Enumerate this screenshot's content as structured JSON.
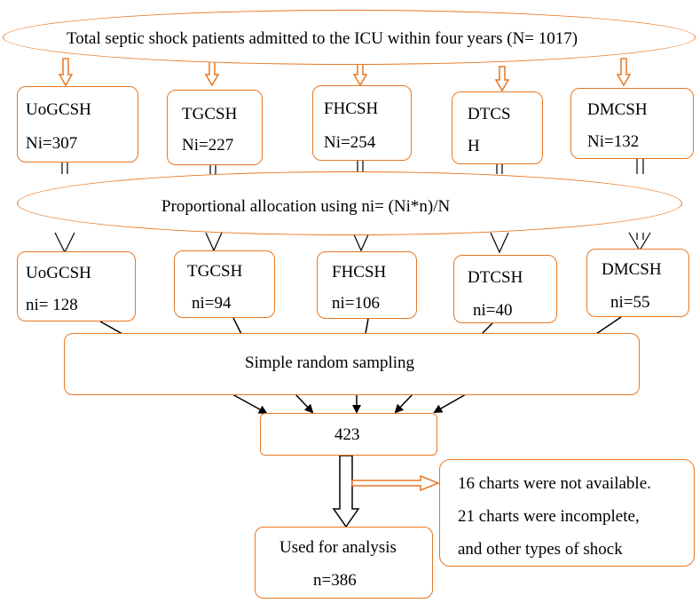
{
  "accent_color": "#e87722",
  "top": {
    "text": "Total septic shock patients admitted to the ICU within four years (N= 1017)"
  },
  "hospitals_population": [
    {
      "name": "UoGCSH",
      "count": "Ni=307"
    },
    {
      "name": "TGCSH",
      "count": "Ni=227"
    },
    {
      "name": "FHCSH",
      "count": "Ni=254"
    },
    {
      "name_line1": "DTCS",
      "name_line2": "H"
    },
    {
      "name": "DMCSH",
      "count": "Ni=132"
    }
  ],
  "allocation": {
    "text": "Proportional allocation using ni= (Ni*n)/N"
  },
  "hospitals_sample": [
    {
      "name": "UoGCSH",
      "count": "ni= 128"
    },
    {
      "name": "TGCSH",
      "count": "ni=94"
    },
    {
      "name": "FHCSH",
      "count": "ni=106"
    },
    {
      "name": "DTCSH",
      "count": "ni=40"
    },
    {
      "name": "DMCSH",
      "count": "ni=55"
    }
  ],
  "sampling": {
    "text": "Simple random sampling"
  },
  "total_sample": {
    "text": "423"
  },
  "exclusions": {
    "line1": "16 charts were not available.",
    "line2": "21 charts were incomplete,",
    "line3": "and other types of shock"
  },
  "final": {
    "line1": "Used for analysis",
    "line2": "n=386"
  }
}
